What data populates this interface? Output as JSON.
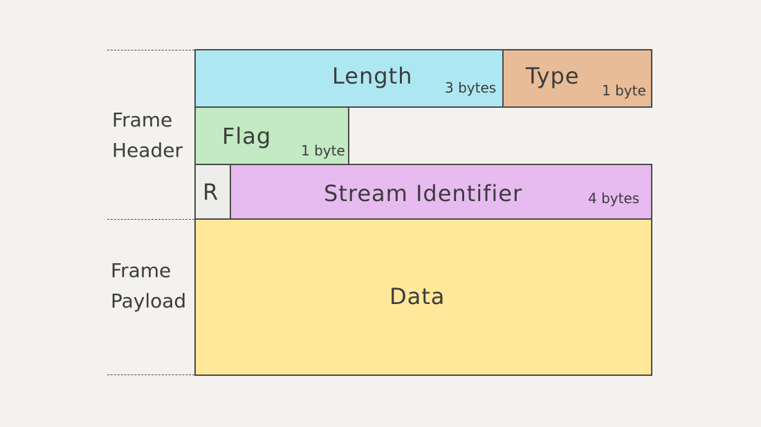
{
  "labels": {
    "frame_header": "Frame\nHeader",
    "frame_payload": "Frame\nPayload"
  },
  "fields": {
    "length": {
      "name": "Length",
      "size": "3 bytes",
      "color": "#ade8f2"
    },
    "type": {
      "name": "Type",
      "size": "1 byte",
      "color": "#e8bc96"
    },
    "flag": {
      "name": "Flag",
      "size": "1 byte",
      "color": "#c3eac2"
    },
    "reserved": {
      "name": "R",
      "color": "#ededeb"
    },
    "stream_identifier": {
      "name": "Stream Identifier",
      "size": "4 bytes",
      "color": "#e7bbf0"
    },
    "data": {
      "name": "Data",
      "color": "#ffe89a"
    }
  },
  "colors": {
    "background": "#f4f2ee",
    "stroke": "#4a4a4a",
    "text": "#3c3c3c"
  }
}
